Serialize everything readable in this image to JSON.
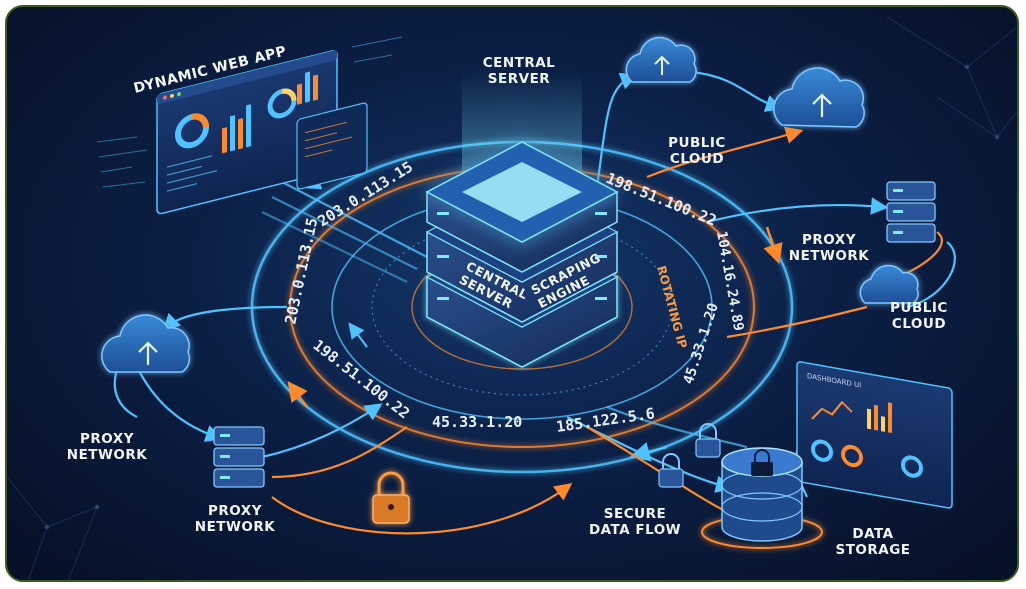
{
  "labels": {
    "dynamic_web_app": "DYNAMIC WEB APP",
    "central_server_top": "CENTRAL\nSERVER",
    "central_server_block": "CENTRAL\nSERVER",
    "scraping_engine": "SCRAPING\nENGINE",
    "rotating_ip": "ROTATING IP",
    "public_cloud_top": "PUBLIC\nCLOUD",
    "proxy_network_right": "PROXY\nNETWORK",
    "public_cloud_right": "PUBLIC\nCLOUD",
    "proxy_network_left": "PROXY\nNETWORK",
    "proxy_network_bottom": "PROXY\nNETWORK",
    "secure_data_flow": "SECURE\nDATA FLOW",
    "data_storage": "DATA\nSTORAGE",
    "dashboard_ui": "DASHBOARD UI"
  },
  "ips": {
    "ip_top_left": "203.0.113.15",
    "ip_left": "203.0.113.15",
    "ip_top_right": "198.51.100.22",
    "ip_right_upper": "104.16.24.89",
    "ip_right_lower": "45.33.1.20",
    "ip_bottom_left": "198.51.100.22",
    "ip_bottom_mid": "45.33.1.20",
    "ip_bottom_right": "185.122.5.6"
  },
  "colors": {
    "background": "#0b1f45",
    "blue_flow": "#4fc3ff",
    "orange_flow": "#ff8a2a",
    "frame_border": "#3d5a1e",
    "server_glow": "#7fe9ff"
  },
  "icons": [
    "cloud-upload-icon",
    "server-rack-icon",
    "padlock-icon",
    "database-icon",
    "dashboard-panel-icon"
  ]
}
